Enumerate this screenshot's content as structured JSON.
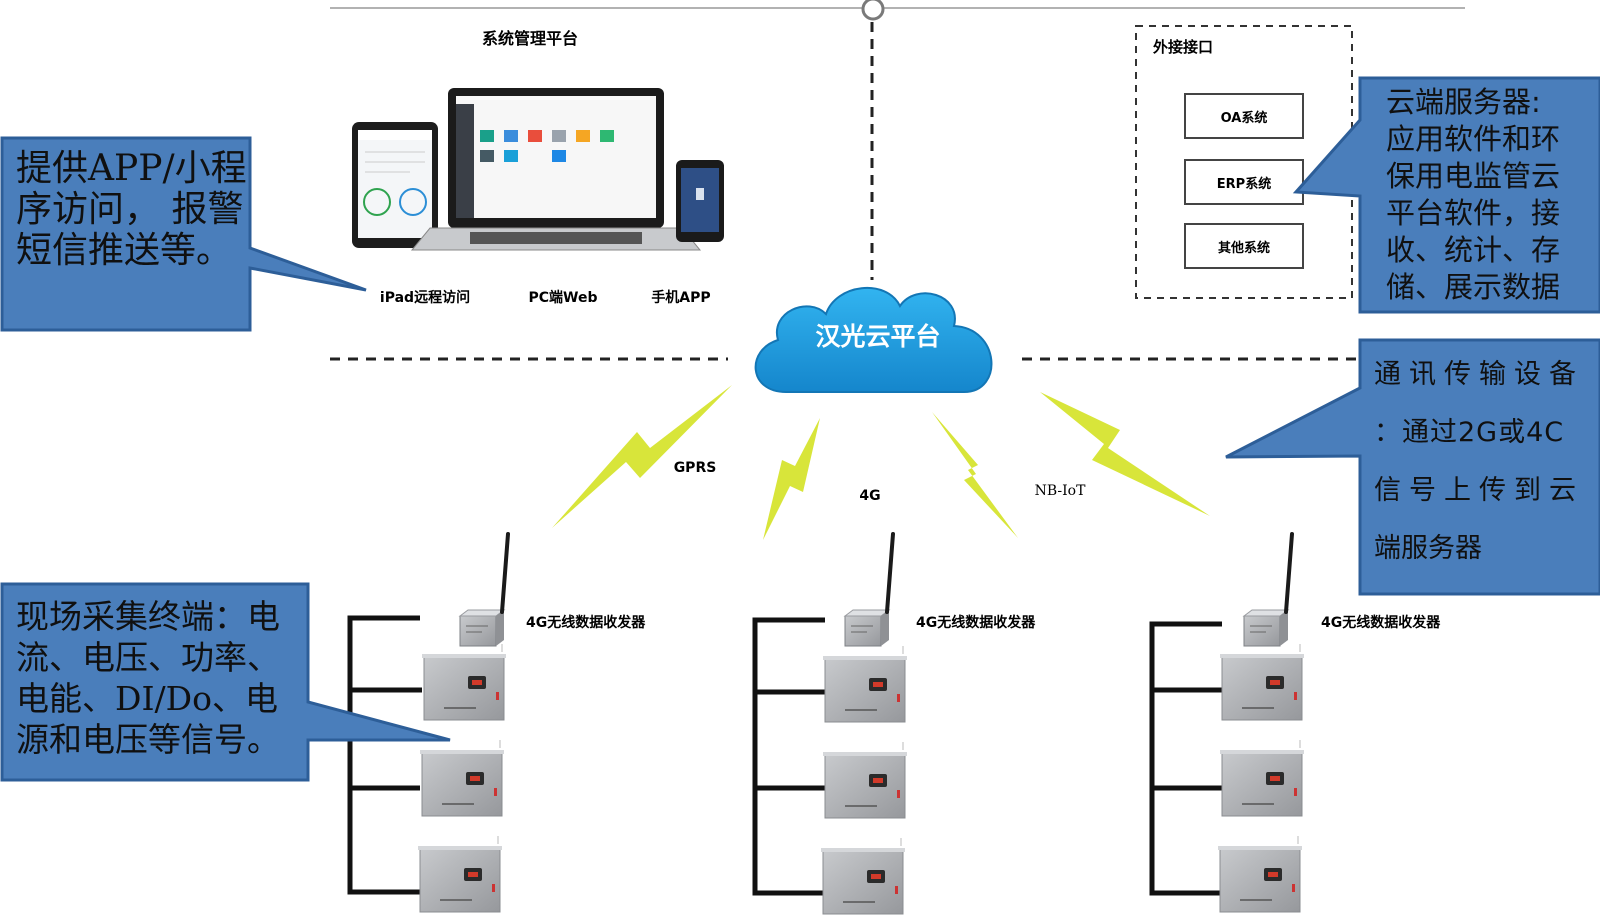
{
  "platform": {
    "title": "系统管理平台",
    "devices": [
      "iPad远程访问",
      "PC端Web",
      "手机APP"
    ]
  },
  "interface": {
    "title": "外接接口",
    "items": [
      "OA系统",
      "ERP系统",
      "其他系统"
    ]
  },
  "cloud": {
    "label": "汉光云平台"
  },
  "links": [
    "GPRS",
    "4G",
    "NB-IoT"
  ],
  "terminals": {
    "transceiver_label": "4G无线数据收发器",
    "count": 3
  },
  "callouts": {
    "app": [
      "提供APP/小程",
      "序访问， 报警",
      "短信推送等。"
    ],
    "server": [
      "云端服务器:",
      "应用软件和环",
      "保用电监管云",
      "平台软件，接",
      "收、统计、存",
      "储、展示数据"
    ],
    "comm": [
      "通讯传输设备",
      "：通过2G或4C",
      "信号上传到云",
      "端服务器"
    ],
    "field": [
      "现场采集终端：电",
      "流、电压、功率、",
      "电能、DI/Do、电",
      "源和电压等信号。"
    ]
  },
  "colors": {
    "callout_fill": "#4a7ebb",
    "callout_border": "#2d5e98",
    "cloud": "#1f9ee0",
    "lightning": "#d8e53a",
    "panel_box": "#a9abae"
  }
}
